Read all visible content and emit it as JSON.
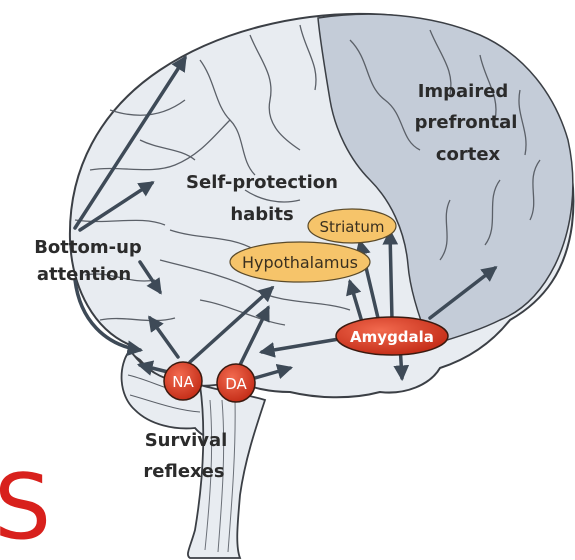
{
  "labels": {
    "impaired_line1": "Impaired",
    "impaired_line2": "prefrontal",
    "impaired_line3": "cortex",
    "self_line1": "Self-protection",
    "self_line2": "habits",
    "bottom_line1": "Bottom-up",
    "bottom_line2": "attention",
    "survival_line1": "Survival",
    "survival_line2": "reflexes"
  },
  "nodes": {
    "striatum": "Striatum",
    "hypothalamus": "Hypothalamus",
    "amygdala": "Amygdala",
    "na": "NA",
    "da": "DA"
  },
  "partial_letter": "S",
  "colors": {
    "brain_fill": "#e8ecf1",
    "prefrontal_fill": "#c4ccd8",
    "outline": "#3b3f45",
    "arrow": "#3e4a57",
    "orange_node": "#f6c46a",
    "red_node": "#d8341e",
    "accent_red": "#d8201c"
  }
}
